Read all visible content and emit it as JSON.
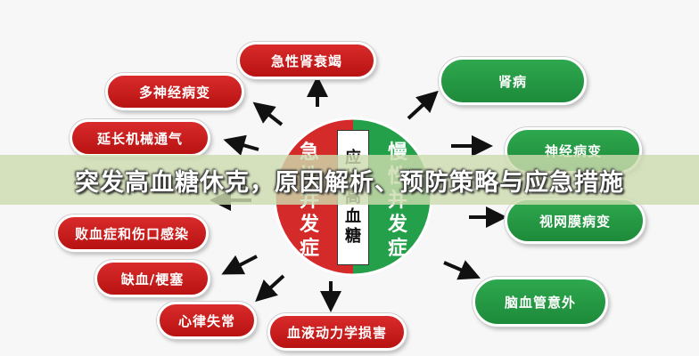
{
  "center": {
    "left_label": "急性并发症",
    "middle_label": "应性高血糖",
    "right_label": "慢性并发症"
  },
  "acute": [
    "急性肾衰竭",
    "多神经病变",
    "延长机械通气",
    "败血症和伤口感染",
    "缺血/梗塞",
    "心律失常",
    "血液动力学损害"
  ],
  "chronic": [
    "肾病",
    "神经病变",
    "视网膜病变",
    "脑血管意外"
  ],
  "banner": {
    "title": "突发高血糖休克，原因解析、预防策略与应急措施"
  },
  "colors": {
    "red": "#c41e1e",
    "green": "#239a44",
    "banner_overlay": "#cddcaf"
  }
}
